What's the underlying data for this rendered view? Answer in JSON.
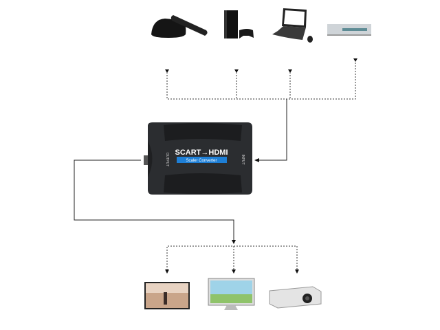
{
  "converter": {
    "title": "SCART→HDMI",
    "subtitle": "Scaler Converter",
    "output_label": "OUTPUT",
    "input_label": "INPUT",
    "accent": "#1e7fd6"
  },
  "sources": [
    "tv-box",
    "game-console",
    "laptop",
    "dvd-player"
  ],
  "displays": [
    "tv",
    "monitor",
    "projector"
  ]
}
